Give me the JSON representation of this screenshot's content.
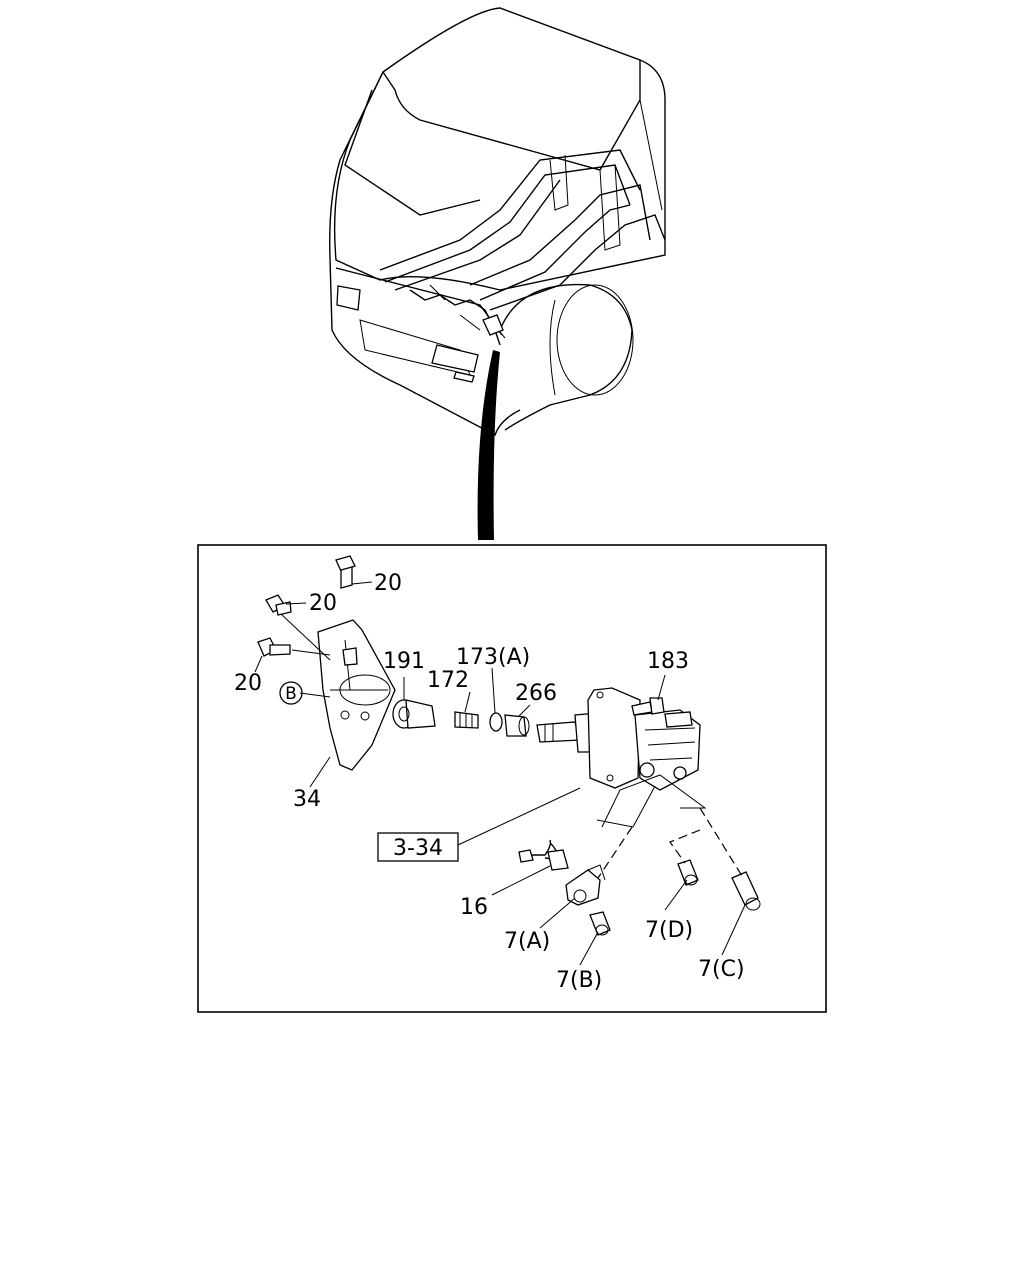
{
  "callouts": {
    "bolt_top": "20",
    "bolt_mid": "20",
    "bolt_left": "20",
    "bracket": "34",
    "circle_ref": "B",
    "ref_box": "3-34",
    "p191": "191",
    "p172": "172",
    "p173a": "173(A)",
    "p266": "266",
    "p183": "183",
    "p16": "16",
    "p7a": "7(A)",
    "p7b": "7(B)",
    "p7c": "7(C)",
    "p7d": "7(D)"
  }
}
